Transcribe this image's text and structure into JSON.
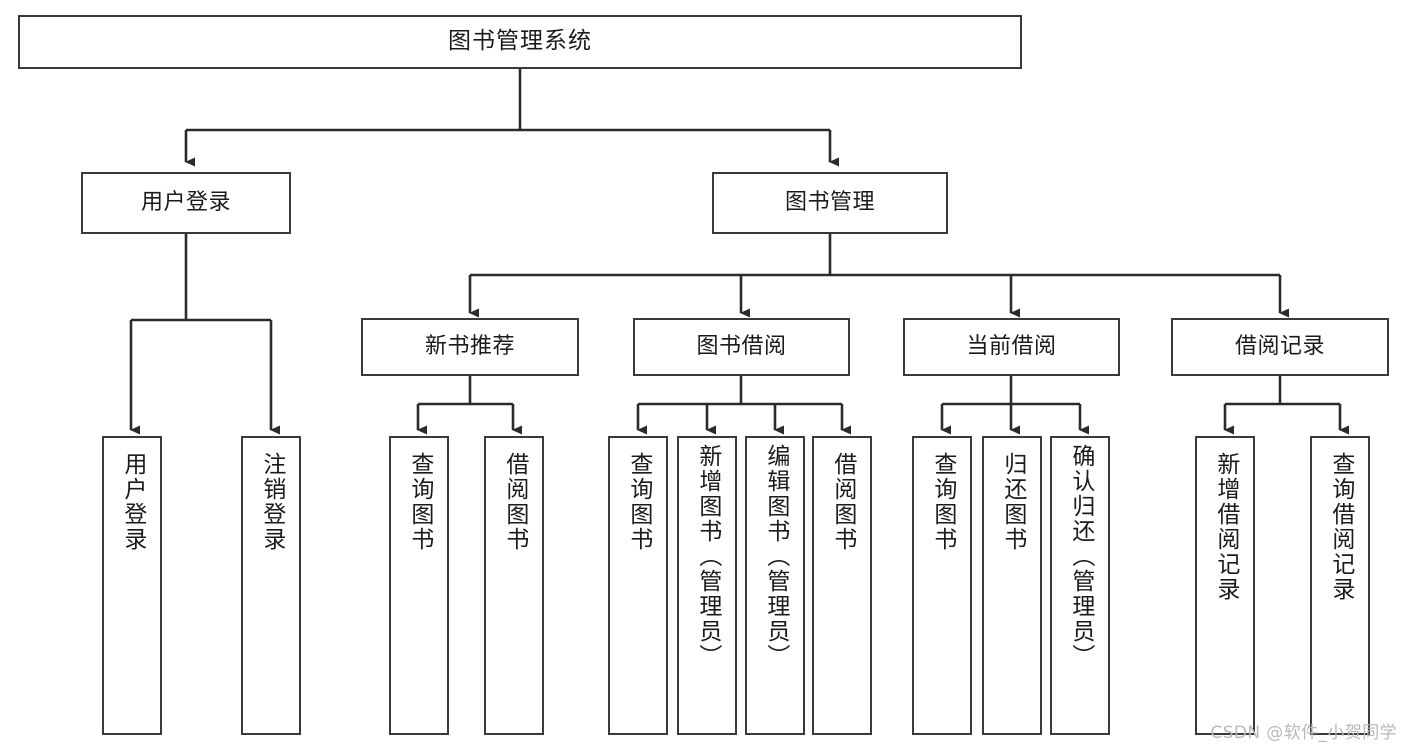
{
  "diagram": {
    "title": "图书管理系统",
    "type": "tree",
    "watermark": "CSDN @软件_小贺同学",
    "colors": {
      "box_border": "#3a3a3a",
      "box_fill": "#ffffff",
      "connector": "#2b2b2b",
      "text": "#1b1b1b",
      "watermark": "#b9b9b9"
    },
    "levels": {
      "root": {
        "label": "图书管理系统"
      },
      "level2": [
        {
          "id": "user-login",
          "label": "用户登录"
        },
        {
          "id": "book-manage",
          "label": "图书管理"
        }
      ],
      "level3": [
        {
          "id": "new-book-recommend",
          "label": "新书推荐",
          "parent": "book-manage"
        },
        {
          "id": "book-borrow",
          "label": "图书借阅",
          "parent": "book-manage"
        },
        {
          "id": "current-borrow",
          "label": "当前借阅",
          "parent": "book-manage"
        },
        {
          "id": "borrow-record",
          "label": "借阅记录",
          "parent": "book-manage"
        }
      ],
      "leaves": [
        {
          "id": "leaf-user-login",
          "label": "用户登录",
          "parent": "user-login"
        },
        {
          "id": "leaf-logout-login",
          "label": "注销登录",
          "parent": "user-login"
        },
        {
          "id": "leaf-query-book-1",
          "label": "查询图书",
          "parent": "new-book-recommend"
        },
        {
          "id": "leaf-borrow-book-1",
          "label": "借阅图书",
          "parent": "new-book-recommend"
        },
        {
          "id": "leaf-query-book-2",
          "label": "查询图书",
          "parent": "book-borrow"
        },
        {
          "id": "leaf-add-book",
          "label": "新增图书（管理员）",
          "parent": "book-borrow"
        },
        {
          "id": "leaf-edit-book",
          "label": "编辑图书（管理员）",
          "parent": "book-borrow"
        },
        {
          "id": "leaf-borrow-book-2",
          "label": "借阅图书",
          "parent": "book-borrow"
        },
        {
          "id": "leaf-query-book-3",
          "label": "查询图书",
          "parent": "current-borrow"
        },
        {
          "id": "leaf-return-book",
          "label": "归还图书",
          "parent": "current-borrow"
        },
        {
          "id": "leaf-confirm-return",
          "label": "确认归还（管理员）",
          "parent": "current-borrow"
        },
        {
          "id": "leaf-add-record",
          "label": "新增借阅记录",
          "parent": "borrow-record"
        },
        {
          "id": "leaf-query-record",
          "label": "查询借阅记录",
          "parent": "borrow-record"
        }
      ]
    }
  }
}
